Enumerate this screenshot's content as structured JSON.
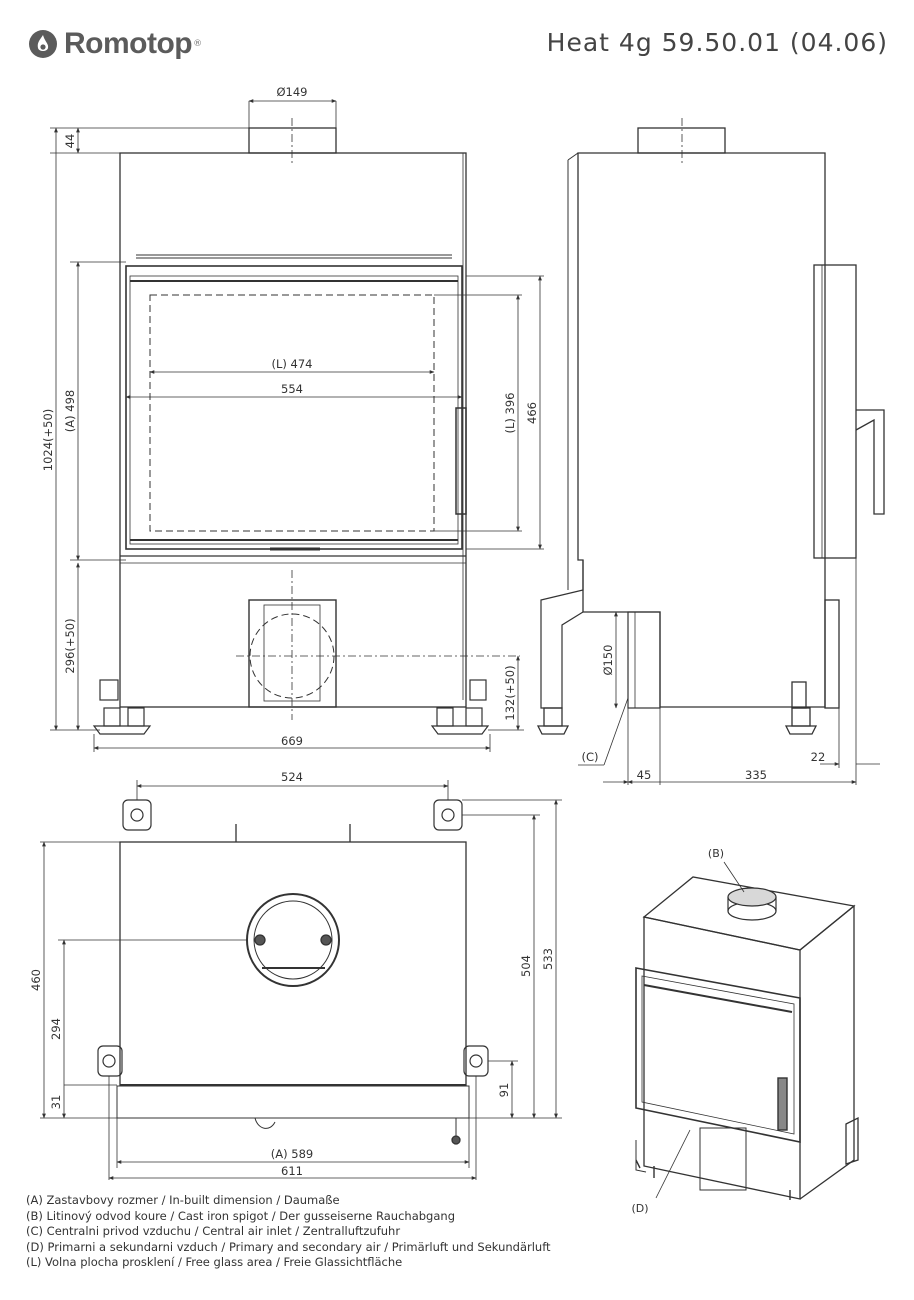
{
  "header": {
    "brand": "Romotop",
    "brand_mark": "®",
    "model": "Heat 4g 59.50.01 (04.06)"
  },
  "front_view": {
    "flue_diameter": "Ø149",
    "flue_height": "44",
    "total_height": "1024(+50)",
    "builtin_height": "(A) 498",
    "lower_height": "296(+50)",
    "glass_width": "(L) 474",
    "door_width": "554",
    "glass_height": "(L) 396",
    "door_height": "466",
    "air_inlet_height": "132(+50)",
    "total_width": "669"
  },
  "side_view": {
    "air_diameter": "Ø150",
    "air_label": "(C)",
    "offset": "45",
    "depth": "335",
    "rear_gap": "22"
  },
  "top_view": {
    "width": "524",
    "depth_outer": "533",
    "depth_mid": "504",
    "depth_left": "460",
    "flue_offset": "294",
    "front_gap": "31",
    "front_depth": "91",
    "builtin_width": "(A) 589",
    "total_width": "611"
  },
  "iso_view": {
    "label_b": "(B)",
    "label_d": "(D)"
  },
  "legend": [
    "(A)  Zastavbovy rozmer / In-built dimension / Daumaße",
    "(B)  Litinový odvod koure / Cast iron spigot / Der gusseiserne Rauchabgang",
    "(C)  Centralni privod vzduchu / Central air inlet / Zentralluftzufuhr",
    "(D)  Primarni a sekundarni vzduch / Primary and secondary air / Primärluft und Sekundärluft",
    "(L)  Volna plocha prosklení / Free glass area / Freie Glassichtfläche"
  ]
}
